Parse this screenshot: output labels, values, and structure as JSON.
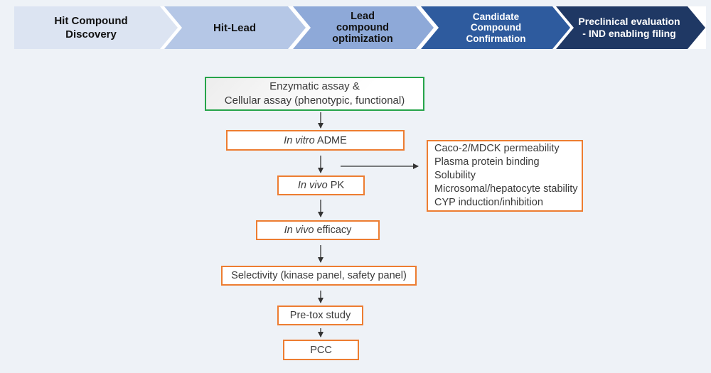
{
  "pipeline": {
    "stages": [
      {
        "lines": [
          "Hit Compound",
          "Discovery"
        ],
        "fill": "#dce4f2",
        "text_color": "#111111"
      },
      {
        "lines": [
          "Hit-Lead"
        ],
        "fill": "#b5c7e6",
        "text_color": "#111111"
      },
      {
        "lines": [
          "Lead",
          "compound",
          "optimization"
        ],
        "fill": "#8ea9d8",
        "text_color": "#111111"
      },
      {
        "lines": [
          "Candidate",
          "Compound",
          "Confirmation"
        ],
        "fill": "#2e5b9e",
        "text_color": "#ffffff"
      },
      {
        "lines": [
          "Preclinical evaluation",
          "- IND enabling filing"
        ],
        "fill": "#1f3864",
        "text_color": "#ffffff"
      }
    ]
  },
  "flowchart": {
    "enzymatic_box": {
      "lines": [
        "Enzymatic assay &",
        "Cellular assay (phenotypic, functional)"
      ]
    },
    "adme_box": {
      "italic": "In vitro",
      "rest": " ADME"
    },
    "pk_box": {
      "italic": "In vivo",
      "rest": " PK"
    },
    "efficacy_box": {
      "italic": "In vivo",
      "rest": " efficacy"
    },
    "selectivity_box": {
      "label": "Selectivity (kinase panel, safety panel)"
    },
    "pretox_box": {
      "label": "Pre-tox study"
    },
    "pcc_box": {
      "label": "PCC"
    },
    "side_panel": {
      "items": [
        "Caco-2/MDCK permeability",
        "Plasma protein binding",
        "Solubility",
        "Microsomal/hepatocyte stability",
        "CYP induction/inhibition"
      ]
    },
    "colors": {
      "box_border_orange": "#ED7D31",
      "box_border_green": "#26a44a",
      "arrow": "#333333",
      "page_background": "#eef2f7"
    }
  }
}
